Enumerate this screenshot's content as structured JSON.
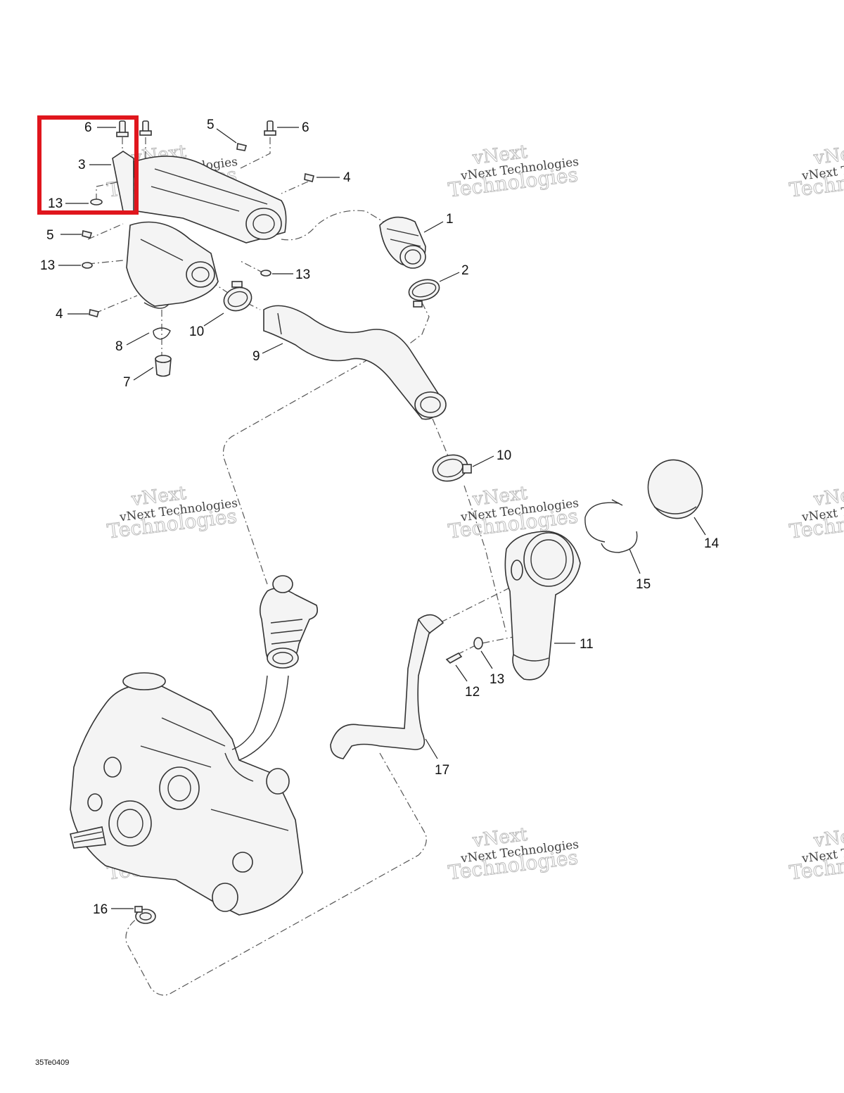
{
  "diagram": {
    "reference_code": "35Te0409",
    "highlight_color": "#e0161d",
    "callouts": [
      {
        "id": "c6a",
        "label": "6"
      },
      {
        "id": "c3",
        "label": "3"
      },
      {
        "id": "c13a",
        "label": "13"
      },
      {
        "id": "c5a",
        "label": "5"
      },
      {
        "id": "c6b",
        "label": "6"
      },
      {
        "id": "c4a",
        "label": "4"
      },
      {
        "id": "c1",
        "label": "1"
      },
      {
        "id": "c5b",
        "label": "5"
      },
      {
        "id": "c13b",
        "label": "13"
      },
      {
        "id": "c13c",
        "label": "13"
      },
      {
        "id": "c2",
        "label": "2"
      },
      {
        "id": "c4b",
        "label": "4"
      },
      {
        "id": "c10a",
        "label": "10"
      },
      {
        "id": "c8",
        "label": "8"
      },
      {
        "id": "c9",
        "label": "9"
      },
      {
        "id": "c7",
        "label": "7"
      },
      {
        "id": "c10b",
        "label": "10"
      },
      {
        "id": "c14",
        "label": "14"
      },
      {
        "id": "c15",
        "label": "15"
      },
      {
        "id": "c11",
        "label": "11"
      },
      {
        "id": "c12",
        "label": "12"
      },
      {
        "id": "c13d",
        "label": "13"
      },
      {
        "id": "c17",
        "label": "17"
      },
      {
        "id": "c16",
        "label": "16"
      }
    ],
    "watermark": {
      "line_top": "vNext",
      "line_small": "vNext Technologies",
      "line_big": "Technologies"
    }
  }
}
